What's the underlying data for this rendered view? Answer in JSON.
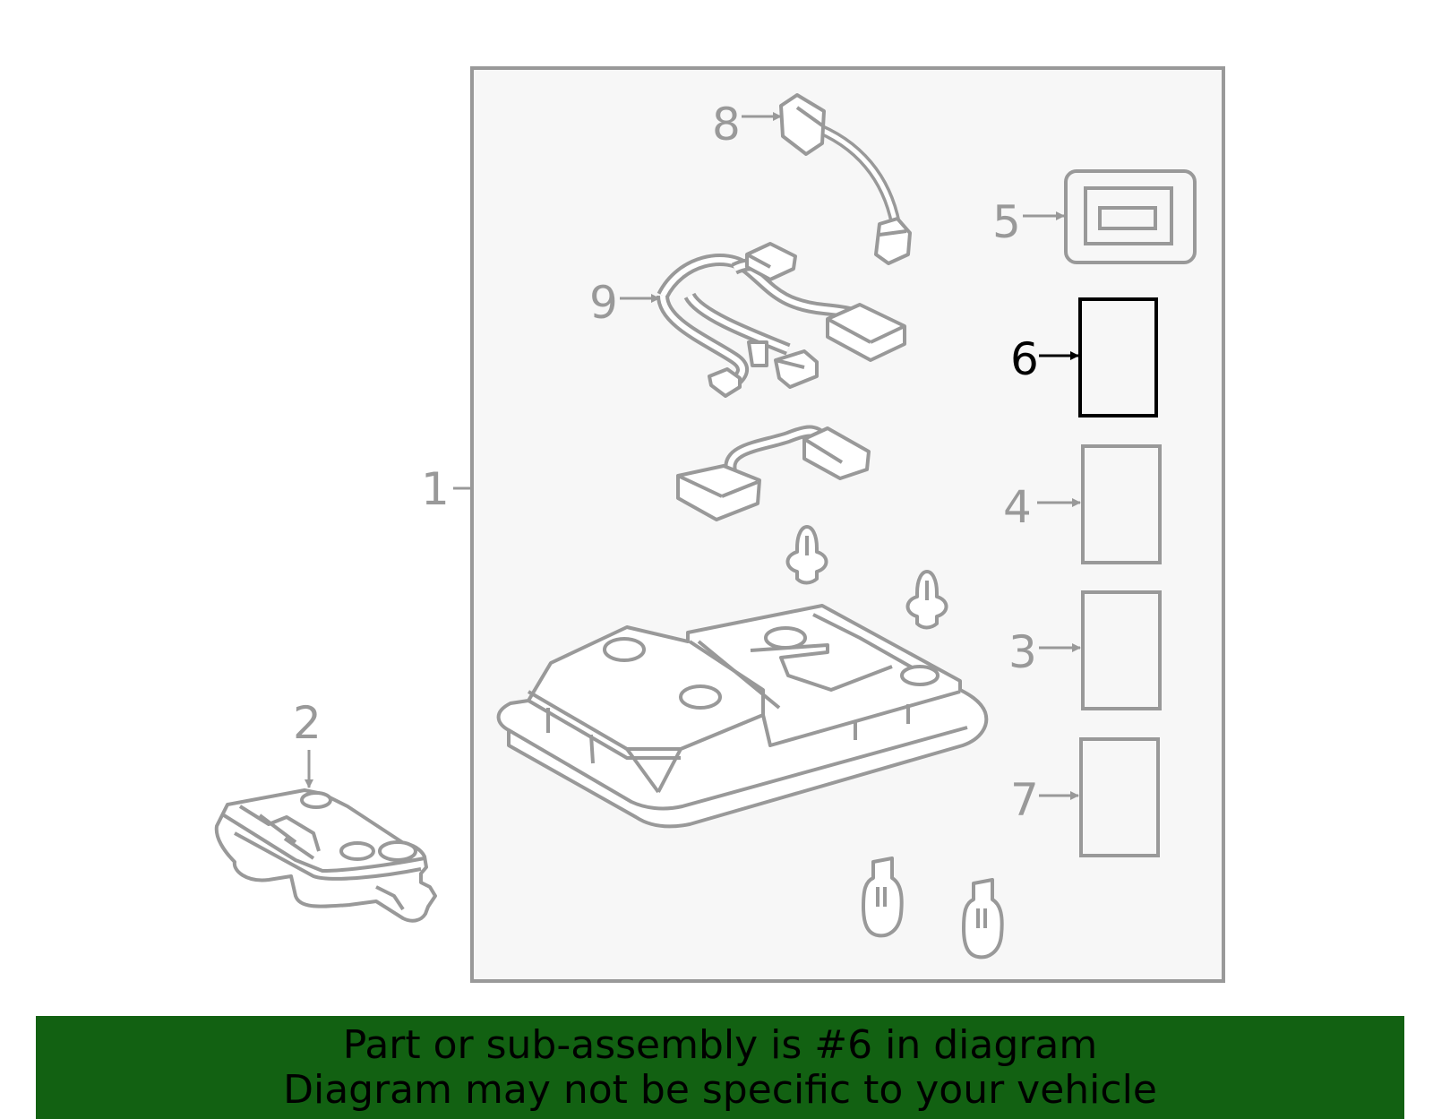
{
  "callouts": {
    "c1": "1",
    "c2": "2",
    "c3": "3",
    "c4": "4",
    "c5": "5",
    "c6": "6",
    "c7": "7",
    "c8": "8",
    "c9": "9"
  },
  "highlighted_part": "6",
  "banner": {
    "line1": "Part or sub-assembly is #6 in diagram",
    "line2": "Diagram may not be specific to your vehicle"
  },
  "colors": {
    "line_gray": "#999999",
    "panel_bg": "#f7f7f7",
    "highlight": "#000000",
    "banner_bg": "#126112"
  }
}
